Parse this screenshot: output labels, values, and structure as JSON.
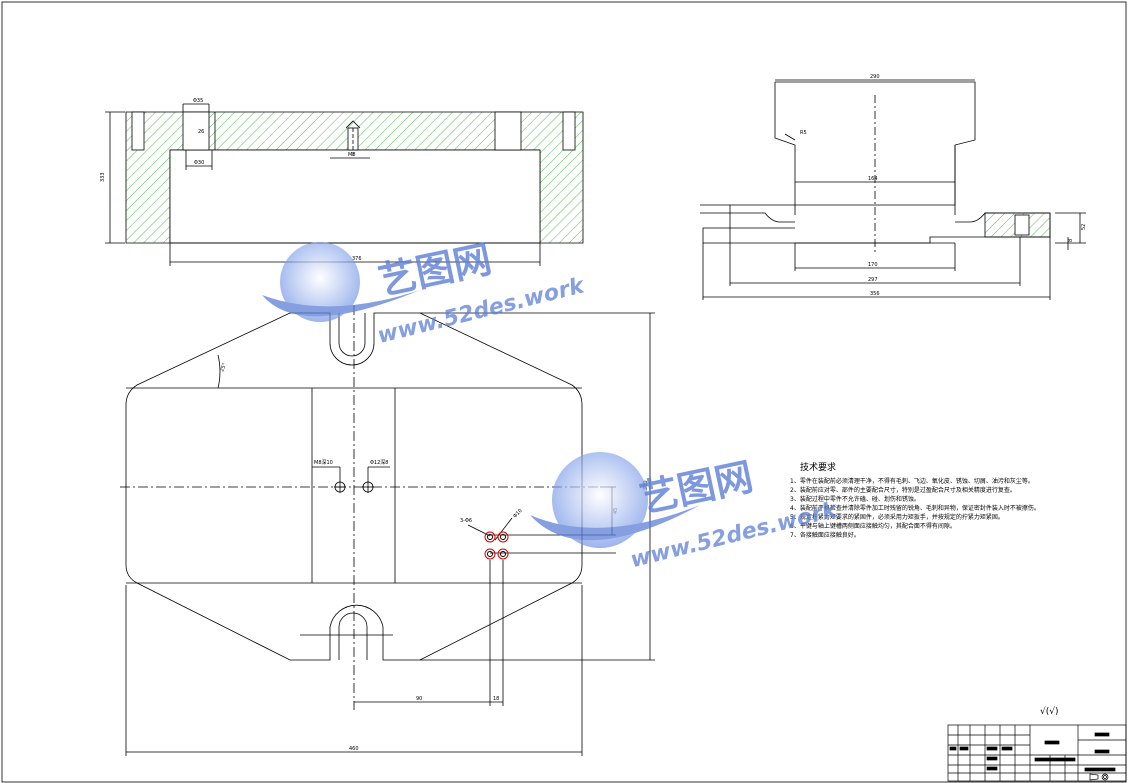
{
  "drawing": {
    "section_view": {
      "dims": {
        "top_hole_dia": "Φ35",
        "top_hole_depth": "26",
        "lower_hole_dia": "Φ30",
        "center_thread": "M8",
        "height": "333",
        "width": "376"
      }
    },
    "side_view": {
      "dims": {
        "top_width": "290",
        "radius": "R5",
        "inner_width": "164",
        "width_170": "170",
        "width_297": "297",
        "width_356": "356",
        "right_height": "52",
        "right_small": "8"
      }
    },
    "plan_view": {
      "dims": {
        "angle": "25°",
        "hole_label_left": "M8深10",
        "hole_label_right": "Φ12深8",
        "hole_group_label": "3-Φ6",
        "hole_group_dia": "Φ10",
        "vertical_spacing": "45",
        "height_total": "320",
        "horiz_offset": "90",
        "horiz_small": "18",
        "total_width": "460"
      }
    },
    "notes": {
      "title": "技术要求",
      "items": [
        "1、零件在装配前必须清理干净，不得有毛刺、飞边、氧化皮、锈蚀、切屑、油污和灰尘等。",
        "2、装配前应对零、部件的主要配合尺寸，特别是过盈配合尺寸及相关精度进行复查。",
        "3、装配过程中零件不允许磕、碰、划伤和锈蚀。",
        "4、装配前严格检查并清除零件加工时残留的锐角、毛刺和异物，保证密封件装入时不被擦伤。",
        "5、规定拧紧力矩要求的紧固件，必须采用力矩扳手，并按规定的拧紧力矩紧固。",
        "6、平键与轴上键槽两侧面应接触均匀，其配合面不得有间隙。",
        "7、各接触面应接触良好。"
      ]
    },
    "roughness": "√(√)"
  },
  "watermark": {
    "brand": "艺图网",
    "url": "www.52des.work"
  },
  "colors": {
    "line": "#000000",
    "hatch": "#22b422",
    "watermark": "#5d7fd6",
    "hole_red": "#d80000"
  }
}
